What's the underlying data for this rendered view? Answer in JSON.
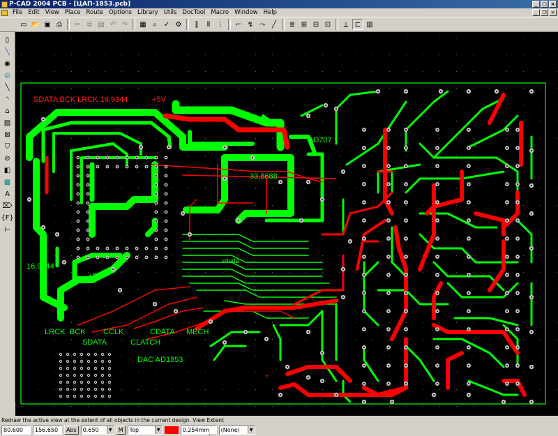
{
  "window": {
    "title": "P-CAD 2004 PCB - [ЦАП-1853.pcb]"
  },
  "menu": {
    "items": [
      "File",
      "Edit",
      "View",
      "Place",
      "Route",
      "Options",
      "Library",
      "Utils",
      "DocTool",
      "Macro",
      "Window",
      "Help"
    ]
  },
  "toolbar": {
    "icons": [
      "new-icon",
      "open-icon",
      "save-icon",
      "print-icon",
      "cut-icon",
      "copy-icon",
      "paste-icon",
      "undo-icon",
      "redo-icon",
      "zoom-icon",
      "zoom-window-icon",
      "drc-icon",
      "measure-icon",
      "route-icon",
      "route-multi-icon",
      "miter-icon",
      "bus-icon",
      "arc-route-icon",
      "layer-icon",
      "pad-icon",
      "via-icon",
      "component-icon",
      "properties-icon",
      "highlight-icon"
    ]
  },
  "lefttools": {
    "icons": [
      "select-icon",
      "route-manual-icon",
      "pad-icon",
      "via-icon",
      "line-icon",
      "arc-icon",
      "polygon-icon",
      "copper-pour-icon",
      "cutout-icon",
      "keepout-icon",
      "plane-icon",
      "point-icon",
      "text-icon",
      "attribute-icon",
      "field-icon",
      "dimension-icon"
    ]
  },
  "board": {
    "labels": {
      "sdata_top": "SDATA BCK LRCK 16,9344",
      "plus5_top": "+5V",
      "ad707": "AD707",
      "freq_338688": "33,8688",
      "freq_169344": "16,9344",
      "plus5_left": "+5v",
      "sdada": "sdada",
      "lrck": "LRCK",
      "bck": "BCK",
      "cclk": "CCLK",
      "cdata": "CDATA",
      "mech": "MECH",
      "sdata_bottom": "SDATA",
      "clatch": "CLATCH",
      "dac": "DAC AD1853"
    },
    "colors": {
      "top_layer": "#00ff00",
      "bottom_layer": "#ff0000",
      "pads": "#c0c0c0",
      "board_outline": "#00ff00",
      "background": "#000000"
    }
  },
  "status": {
    "message": "Redraw the active view at the extent of all objects in the current design. View Extent",
    "x": "80.600",
    "y": "156.650",
    "abs_button": "Abs",
    "grid": "0.650",
    "m_button": "M",
    "layer": "Top",
    "layer_color": "#ff0000",
    "width": "0.254mm",
    "net": "(None)"
  }
}
